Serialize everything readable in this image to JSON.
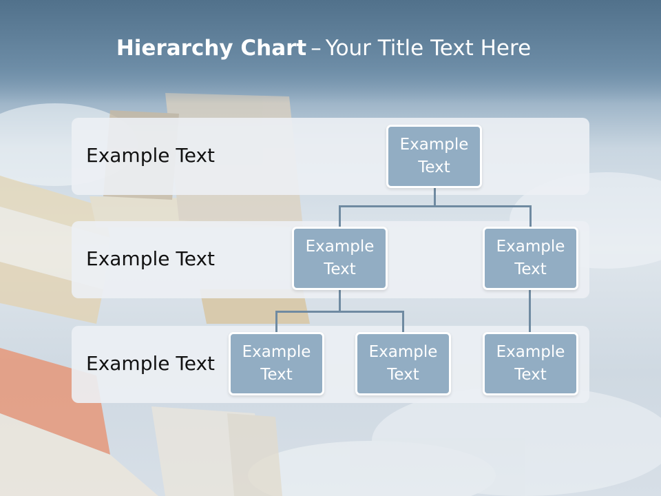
{
  "slide": {
    "title_bold": "Hierarchy Chart",
    "title_dash": "–",
    "title_rest": "Your Title Text Here"
  },
  "levels": [
    {
      "label": "Example Text"
    },
    {
      "label": "Example Text"
    },
    {
      "label": "Example Text"
    }
  ],
  "nodes": {
    "root": "Example Text",
    "mid_left": "Example Text",
    "mid_right": "Example Text",
    "bottom_left": "Example Text",
    "bottom_middle": "Example Text",
    "bottom_right": "Example Text"
  },
  "colors": {
    "node_fill": "#92adc3",
    "node_border": "#ffffff",
    "connector": "#6f8aa1",
    "band": "#ecf0f4",
    "title_band": "#50708a"
  }
}
